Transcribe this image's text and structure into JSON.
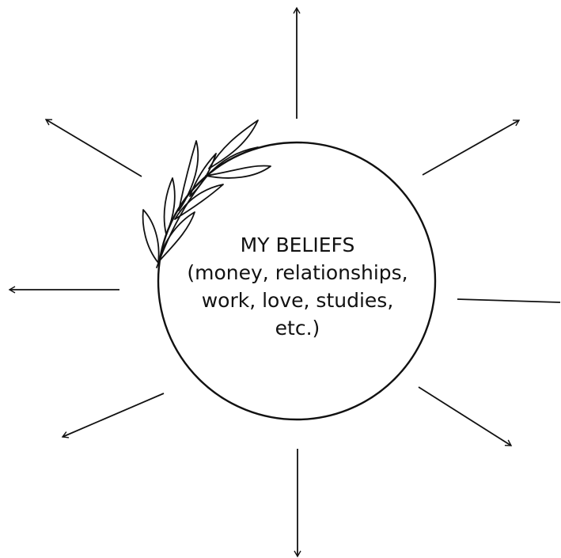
{
  "center": {
    "lines": [
      "MY BELIEFS",
      "(money, relationships,",
      "work, love, studies,",
      "etc.)"
    ]
  },
  "style": {
    "stroke": "#111111",
    "background": "#ffffff"
  },
  "decoration": {
    "icon": "olive-branch-icon"
  },
  "arrows": [
    {
      "name": "arrow-up",
      "direction": "up"
    },
    {
      "name": "arrow-up-right",
      "direction": "up-right"
    },
    {
      "name": "arrow-right",
      "direction": "right"
    },
    {
      "name": "arrow-down-right",
      "direction": "down-right"
    },
    {
      "name": "arrow-down",
      "direction": "down"
    },
    {
      "name": "arrow-down-left",
      "direction": "down-left"
    },
    {
      "name": "arrow-left",
      "direction": "left"
    },
    {
      "name": "arrow-up-left",
      "direction": "up-left"
    }
  ]
}
